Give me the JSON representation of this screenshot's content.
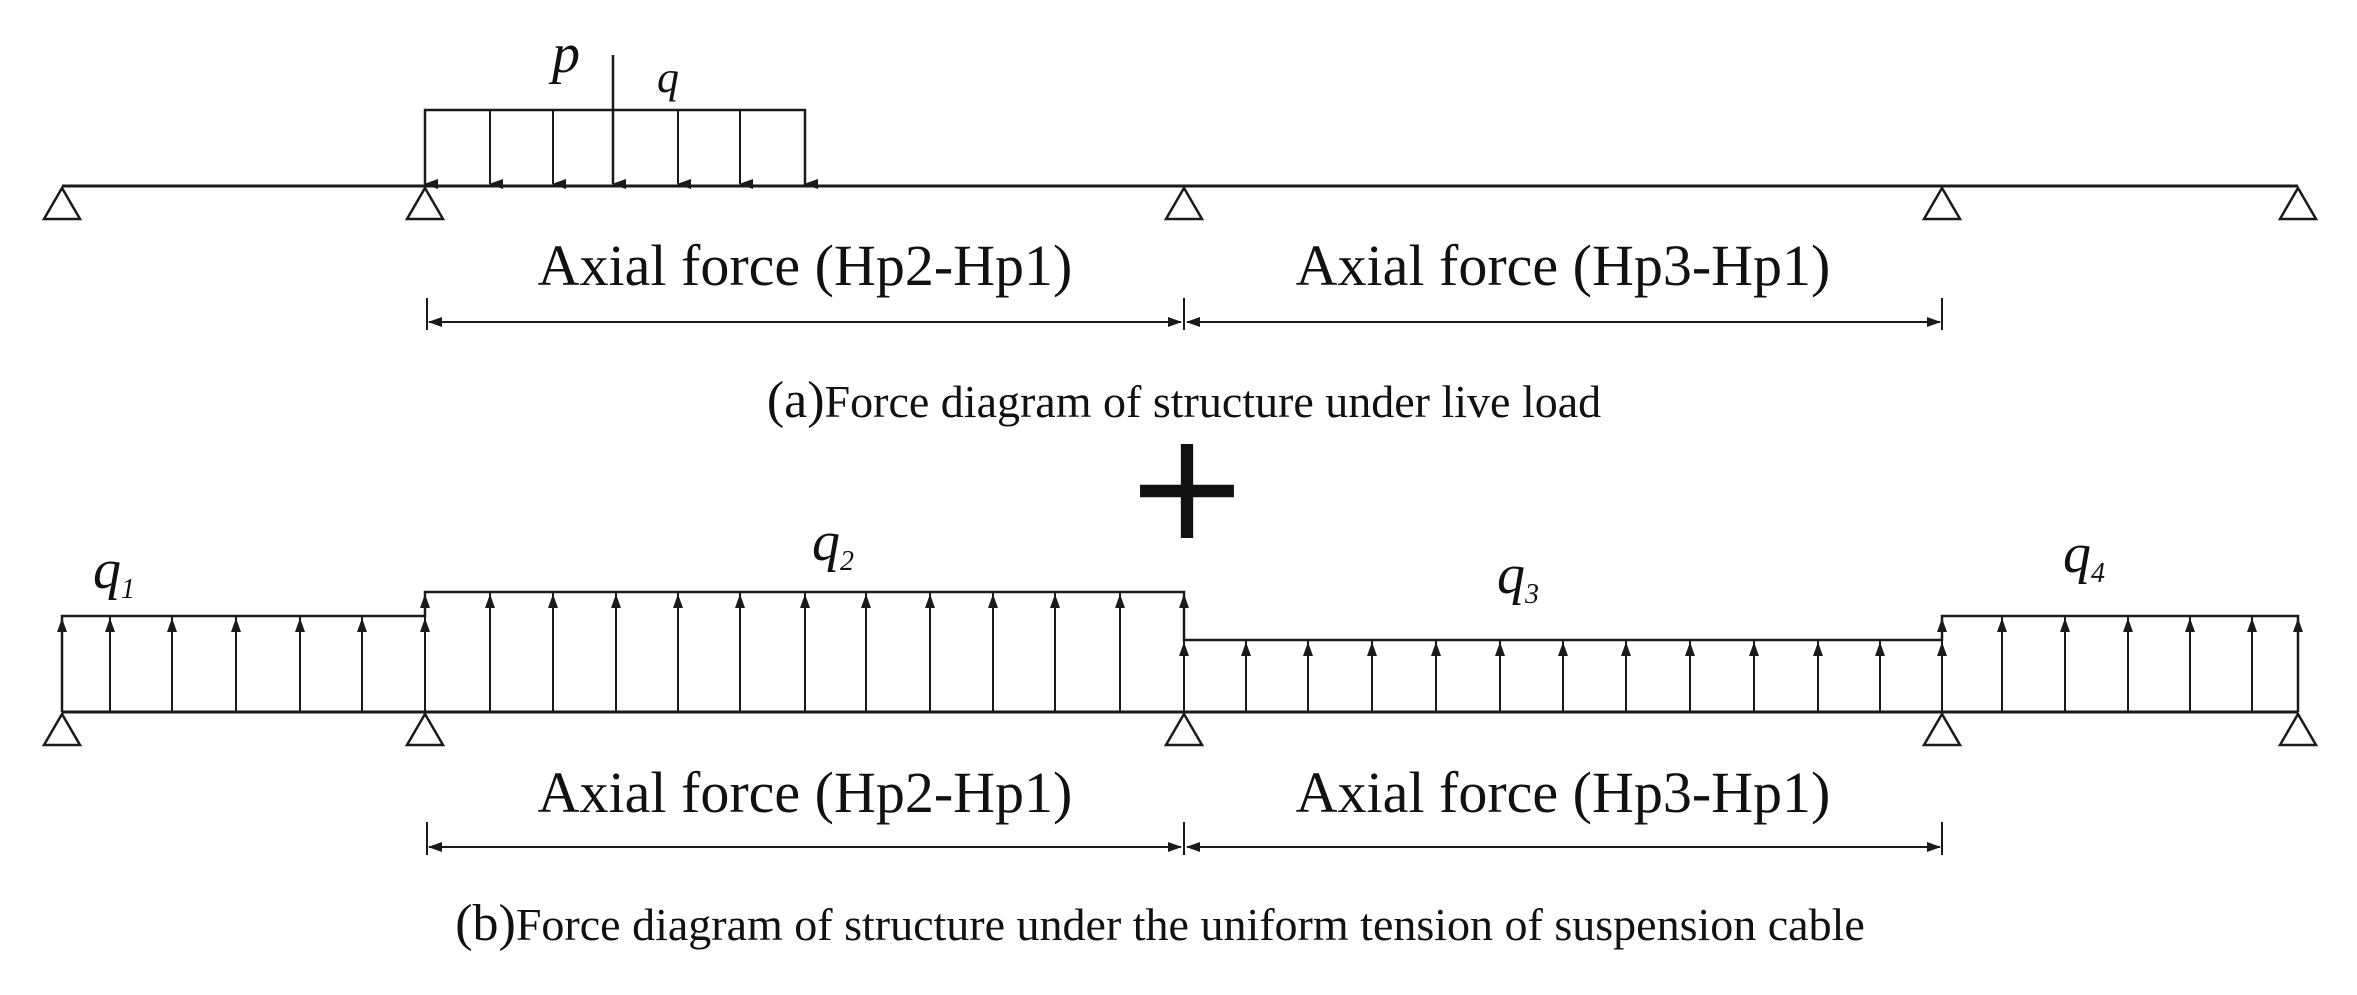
{
  "diagram_a": {
    "point_load_label": "p",
    "distributed_load_label": "q",
    "span_label_left": "Axial force (Hp2-Hp1)",
    "span_label_right": "Axial force (Hp3-Hp1)",
    "caption_lead": "(a)",
    "caption_text": "Force diagram of structure under live load"
  },
  "operator": "+",
  "diagram_b": {
    "loads": [
      {
        "symbol": "q",
        "subscript": "1"
      },
      {
        "symbol": "q",
        "subscript": "2"
      },
      {
        "symbol": "q",
        "subscript": "3"
      },
      {
        "symbol": "q",
        "subscript": "4"
      }
    ],
    "span_label_left": "Axial force (Hp2-Hp1)",
    "span_label_right": "Axial force (Hp3-Hp1)",
    "caption_lead": "(b)",
    "caption_text": "Force diagram of structure under the uniform tension of suspension cable"
  },
  "colors": {
    "ink": "#1a1a1a",
    "background": "#ffffff"
  }
}
